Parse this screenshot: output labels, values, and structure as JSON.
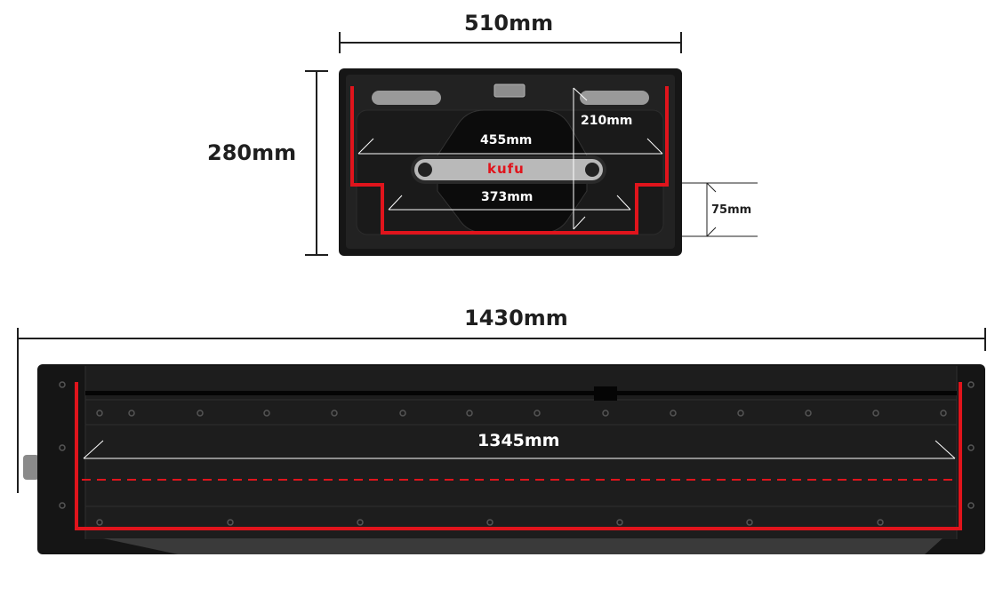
{
  "top_view": {
    "width_label": "510mm",
    "height_label": "280mm",
    "inner_top_label": "455mm",
    "inner_bottom_label": "373mm",
    "depth_label": "210mm",
    "step_label": "75mm",
    "handle_logo": "kufu"
  },
  "side_view": {
    "length_label": "1430mm",
    "inner_length_label": "1345mm"
  },
  "colors": {
    "accent": "#e0141c",
    "body": "#1b1b1b",
    "dim_line": "#1f1f1f"
  }
}
